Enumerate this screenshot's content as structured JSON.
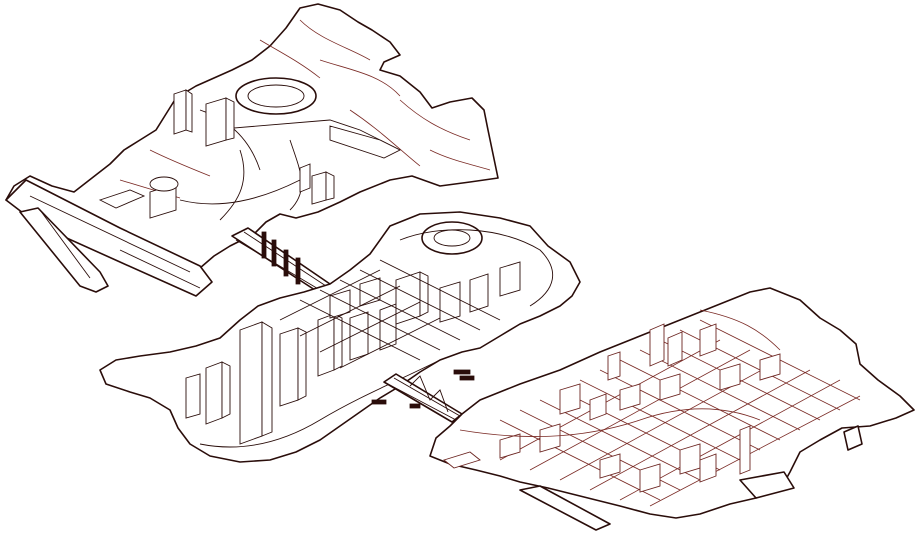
{
  "map": {
    "style": "isometric line-art city map",
    "colors": {
      "outline": "#2a0d0a",
      "detail": "#7a2a25",
      "background": "#ffffff"
    },
    "islands": [
      "north-island",
      "central-island",
      "east-island"
    ]
  }
}
